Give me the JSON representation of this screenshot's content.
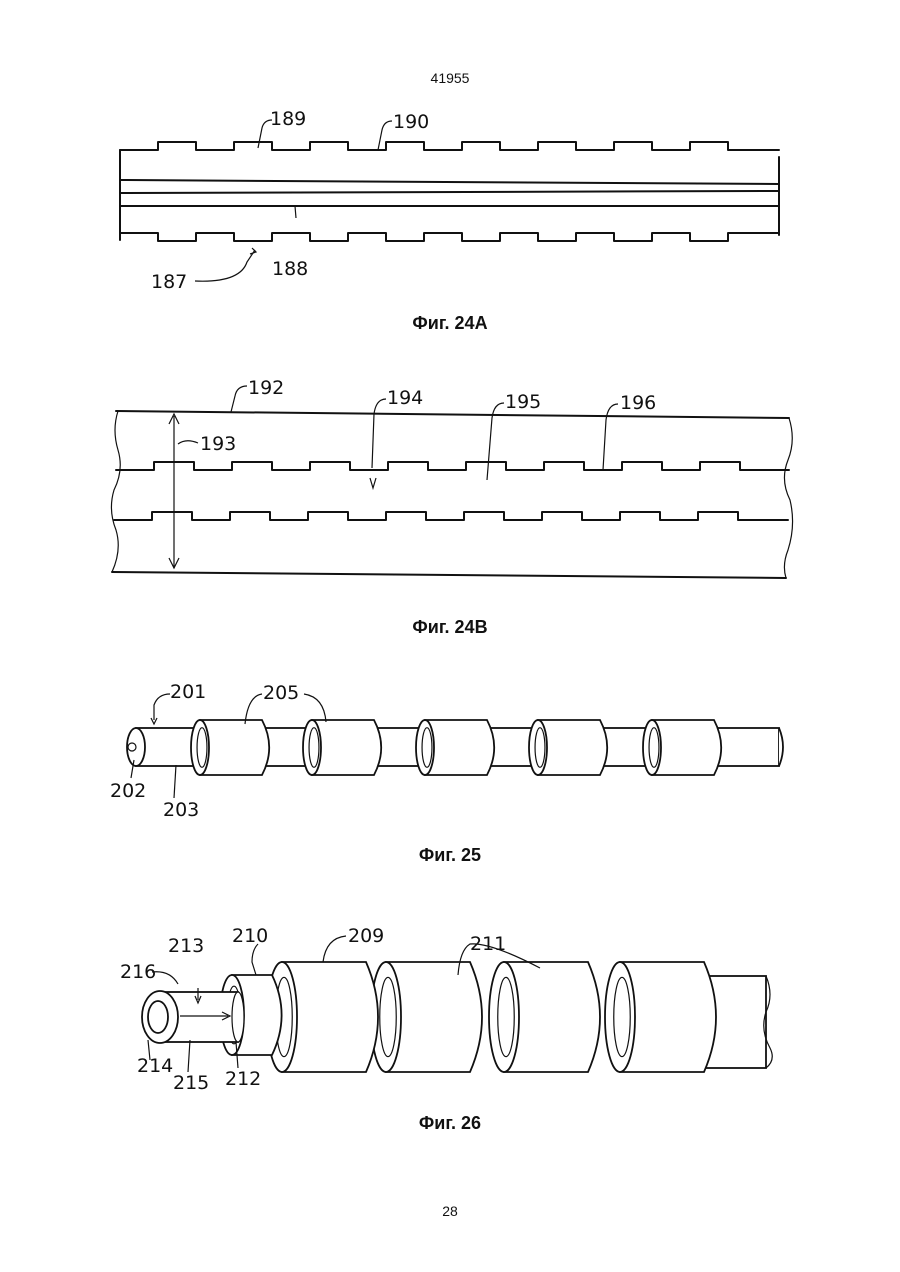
{
  "page": {
    "doc_number": "41955",
    "page_number": "28"
  },
  "figures": [
    {
      "id": "fig24a",
      "caption": "Фиг. 24А",
      "labels": {
        "l187": "187",
        "l188": "188",
        "l189": "189",
        "l190": "190"
      }
    },
    {
      "id": "fig24b",
      "caption": "Фиг. 24В",
      "labels": {
        "l192": "192",
        "l193": "193",
        "l194": "194",
        "l195": "195",
        "l196": "196"
      }
    },
    {
      "id": "fig25",
      "caption": "Фиг. 25",
      "labels": {
        "l201": "201",
        "l202": "202",
        "l203": "203",
        "l205": "205"
      }
    },
    {
      "id": "fig26",
      "caption": "Фиг. 26",
      "labels": {
        "l209": "209",
        "l210": "210",
        "l211": "211",
        "l212": "212",
        "l213": "213",
        "l214": "214",
        "l215": "215",
        "l216": "216"
      }
    }
  ]
}
